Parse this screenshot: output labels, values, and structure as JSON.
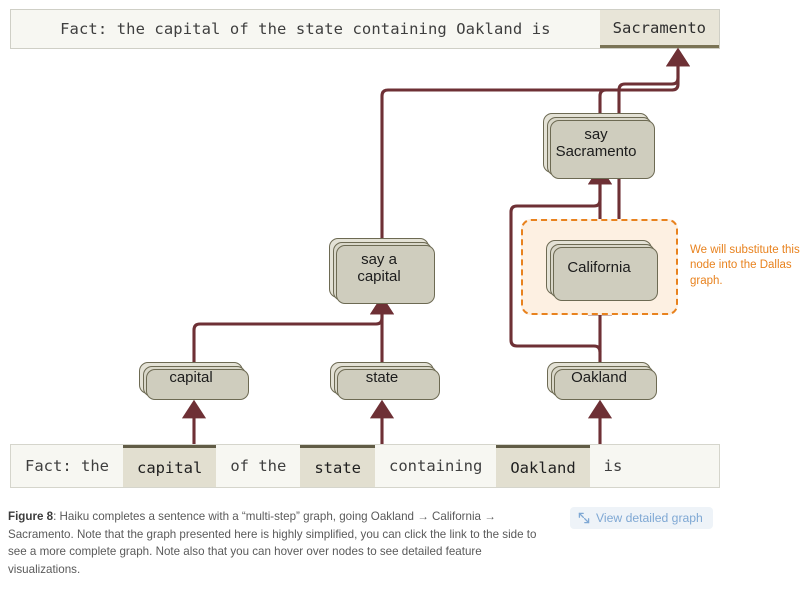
{
  "prompt_bar": {
    "prompt_text": "Fact: the capital of the state containing Oakland is",
    "completion_token": "Sacramento"
  },
  "graph": {
    "nodes": [
      {
        "id": "say-sacramento",
        "label": "say\nSacramento",
        "line1": "say",
        "line2": "Sacramento"
      },
      {
        "id": "say-a-capital",
        "label": "say a\ncapital",
        "line1": "say a",
        "line2": "capital"
      },
      {
        "id": "california",
        "label": "California"
      },
      {
        "id": "capital",
        "label": "capital"
      },
      {
        "id": "state",
        "label": "state"
      },
      {
        "id": "oakland",
        "label": "Oakland"
      }
    ],
    "edges": [
      {
        "from": "capital",
        "to": "say-a-capital"
      },
      {
        "from": "state",
        "to": "say-a-capital"
      },
      {
        "from": "oakland",
        "to": "california"
      },
      {
        "from": "oakland",
        "to": "say-sacramento"
      },
      {
        "from": "california",
        "to": "say-sacramento"
      },
      {
        "from": "california",
        "to": "output"
      },
      {
        "from": "say-a-capital",
        "to": "output"
      },
      {
        "from": "say-sacramento",
        "to": "output"
      }
    ],
    "edge_color": "#6e3035",
    "node_fill": "#e4e2d6",
    "node_border": "#6d6a53"
  },
  "highlight": {
    "target_node": "california",
    "border_color": "#e8821e",
    "fill_color": "#fdf0e2",
    "annotation_text": "We will substitute this node into the Dallas graph."
  },
  "token_strip": {
    "tokens": [
      {
        "text": "Fact: the",
        "highlighted": false
      },
      {
        "text": "capital",
        "highlighted": true
      },
      {
        "text": "of the",
        "highlighted": false
      },
      {
        "text": "state",
        "highlighted": true
      },
      {
        "text": "containing",
        "highlighted": false
      },
      {
        "text": "Oakland",
        "highlighted": true
      },
      {
        "text": "is",
        "highlighted": false
      }
    ]
  },
  "caption": {
    "figure_label": "Figure 8",
    "text": ":  Haiku completes a sentence with a “multi-step” graph, going Oakland → California → Sacramento. Note that the graph presented here is highly simplified, you can click the link to the side to see a more complete graph. Note also that you can hover over nodes to see detailed feature visualizations."
  },
  "detail_link": {
    "label": "View detailed graph",
    "icon": "expand-diagonal-icon",
    "color": "#7fa8d4"
  }
}
